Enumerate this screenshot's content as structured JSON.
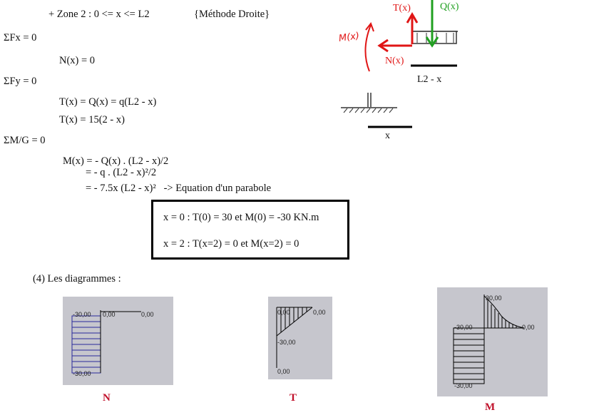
{
  "doc": {
    "zone_line": "+ Zone 2 : 0 <= x <= L2",
    "method": "{Méthode Droite}",
    "sum_fx": "ΣFx = 0",
    "n_eq": "N(x) = 0",
    "sum_fy": "ΣFy = 0",
    "t_eq1": "T(x) = Q(x) = q(L2 - x)",
    "t_eq2": "T(x) = 15(2 - x)",
    "sum_m": "ΣM/G = 0",
    "m_eq1": "M(x) = - Q(x) . (L2 - x)/2",
    "m_eq2": "= - q . (L2 - x)²/2",
    "m_eq3": "= - 7.5x (L2 - x)²   -> Equation d'un parabole",
    "box_line1": "x = 0 : T(0) = 30 et M(0) = -30 KN.m",
    "box_line2": "x = 2 : T(x=2) = 0 et M(x=2) = 0",
    "diagrams_title": "(4) Les diagrammes :"
  },
  "sketch": {
    "t_label": "T(x)",
    "q_label": "Q(x)",
    "n_label": "N(x)",
    "m_label": "M(x)",
    "l2_label": "L2 - x",
    "x_label": "x"
  },
  "diagrams": {
    "n": {
      "name": "N",
      "top_left": "-30,00",
      "top_mid": "0,00",
      "top_right": "0,00",
      "bottom_left": "-30,00"
    },
    "t": {
      "name": "T",
      "top_left": "0,00",
      "top_right": "0,00",
      "mid_left": "-30,00",
      "bottom_left": "0,00"
    },
    "m": {
      "name": "M",
      "top": "30,00",
      "mid_left": "-30,00",
      "mid_right": "0,00",
      "bottom_left": "-30,00"
    }
  },
  "colors": {
    "red": "#e01515",
    "green": "#20a020",
    "panel": "#c6c6cd",
    "hatch_blue": "#2a2a9a"
  }
}
